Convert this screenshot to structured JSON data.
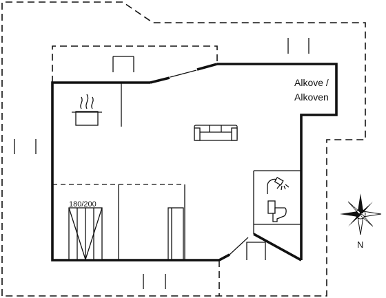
{
  "rooms": {
    "alcove_label_line1": "Alkove /",
    "alcove_label_line2": "Alkoven",
    "bed_size": "180/200"
  },
  "compass": {
    "north_label": "N"
  },
  "icons": {
    "kitchen": "cooking-pot-icon",
    "living": "sofa-icon",
    "bathroom_shower": "shower-icon",
    "bathroom_toilet": "toilet-icon",
    "bedroom": "wardrobe-icon",
    "orientation": "compass-rose-icon"
  },
  "colors": {
    "line": "#111111",
    "background": "#ffffff"
  }
}
